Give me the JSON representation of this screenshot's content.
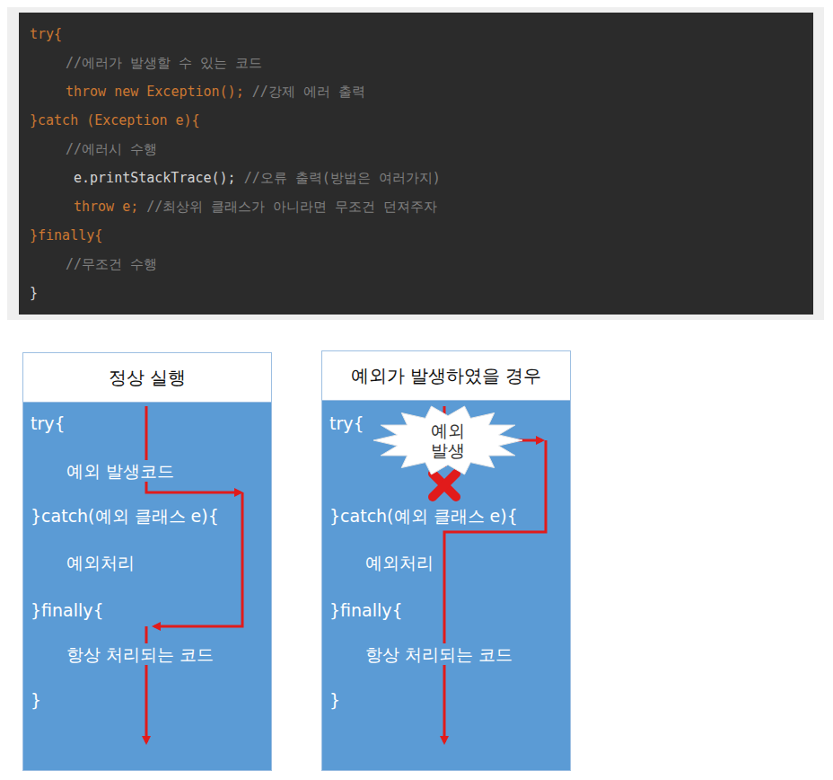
{
  "diagram": {
    "nodes": [
      {
        "text": [
          "try{",
          "//에러가 발생할 수 있는 코드",
          "throw new Exception();",
          "//강제 에러 출력",
          "}catch (Exception e){",
          "//에러시 수행",
          "e.printStackTrace();",
          "//오류 출력(방법은 여러가지)",
          "throw e;",
          "//최상위 클래스가 아니라면 무조건 던져주자",
          "}finally{",
          "//무조건 수행",
          "}"
        ]
      },
      {
        "text": [
          "정상 실행",
          "try{",
          "예외 발생코드",
          "}catch(예외 클래스 e){",
          "예외처리",
          "}finally{",
          "항상 처리되는 코드",
          "}"
        ]
      },
      {
        "text": [
          "예외가 발생하였을 경우",
          "try{",
          "}catch(예외 클래스 e){",
          "예외처리",
          "}finally{",
          "항상 처리되는 코드",
          "}"
        ]
      },
      {
        "text": [
          "예외 발생"
        ],
        "in": 2
      }
    ]
  }
}
